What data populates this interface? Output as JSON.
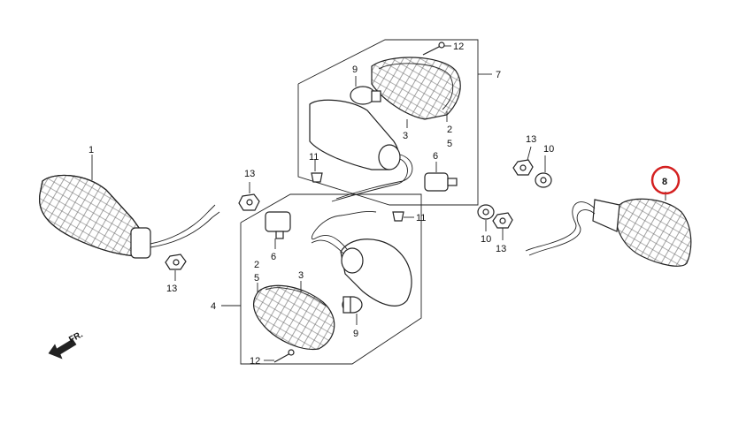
{
  "diagram": {
    "labels": {
      "l1": "1",
      "l2a": "2",
      "l5a": "5",
      "l3a": "3",
      "l9a": "9",
      "l12a": "12",
      "l7": "7",
      "l11a": "11",
      "l6a": "6",
      "l13a": "13",
      "l4": "4",
      "l2b": "2",
      "l5b": "5",
      "l3b": "3",
      "l9b": "9",
      "l12b": "12",
      "l6b": "6",
      "l11b": "11",
      "l13b": "13",
      "l13c": "13",
      "l13d": "13",
      "l10a": "10",
      "l10b": "10",
      "l8": "8"
    },
    "front_arrow": "FR.",
    "highlight_color": "#d42020"
  }
}
